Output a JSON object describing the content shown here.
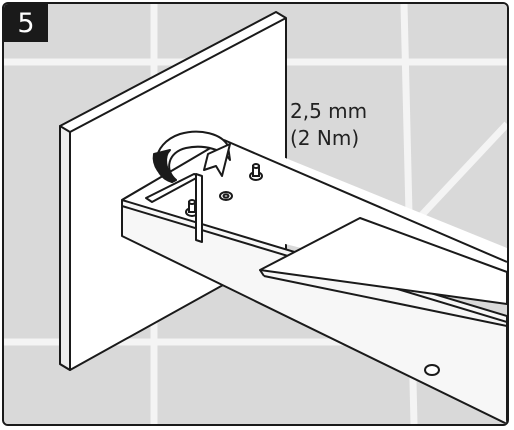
{
  "step": {
    "number": "5"
  },
  "callout": {
    "wrench_size": "2,5 mm",
    "torque": "(2 Nm)"
  },
  "colors": {
    "tile": "#d9d9d9",
    "grout": "#f4f4f4",
    "outline": "#1a1a1a",
    "fill": "#ffffff",
    "badge": "#1a1a1a"
  },
  "icons": {
    "rotation": "tighten-arrow-icon",
    "tool": "hex-key-icon"
  }
}
